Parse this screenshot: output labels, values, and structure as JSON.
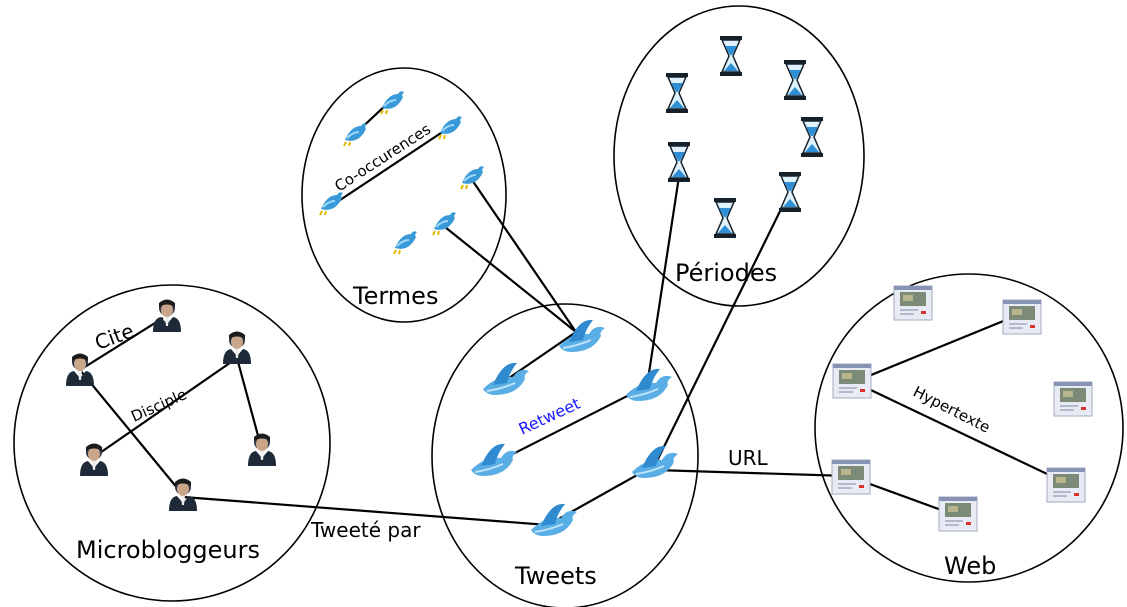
{
  "clusters": {
    "microbloggeurs": "Microbloggeurs",
    "termes": "Termes",
    "periodes": "Périodes",
    "tweets": "Tweets",
    "web": "Web"
  },
  "edge_labels": {
    "cite": "Cite",
    "disciple": "Disciple",
    "cooccurences": "Co-occurences",
    "retweet": "Retweet",
    "tweete_par": "Tweeté par",
    "url": "URL",
    "hypertexte": "Hypertexte"
  },
  "colors": {
    "outline": "#000000",
    "bird": "#3a9ad9",
    "bird_light": "#7cc3ee",
    "hourglass_frame": "#15202b",
    "hourglass_sand": "#2f8fd6",
    "person": "#1e2a38",
    "retweet_text": "#1a1aff"
  },
  "icons": [
    "person-icon",
    "bird-icon",
    "hourglass-icon",
    "web-page-icon"
  ]
}
